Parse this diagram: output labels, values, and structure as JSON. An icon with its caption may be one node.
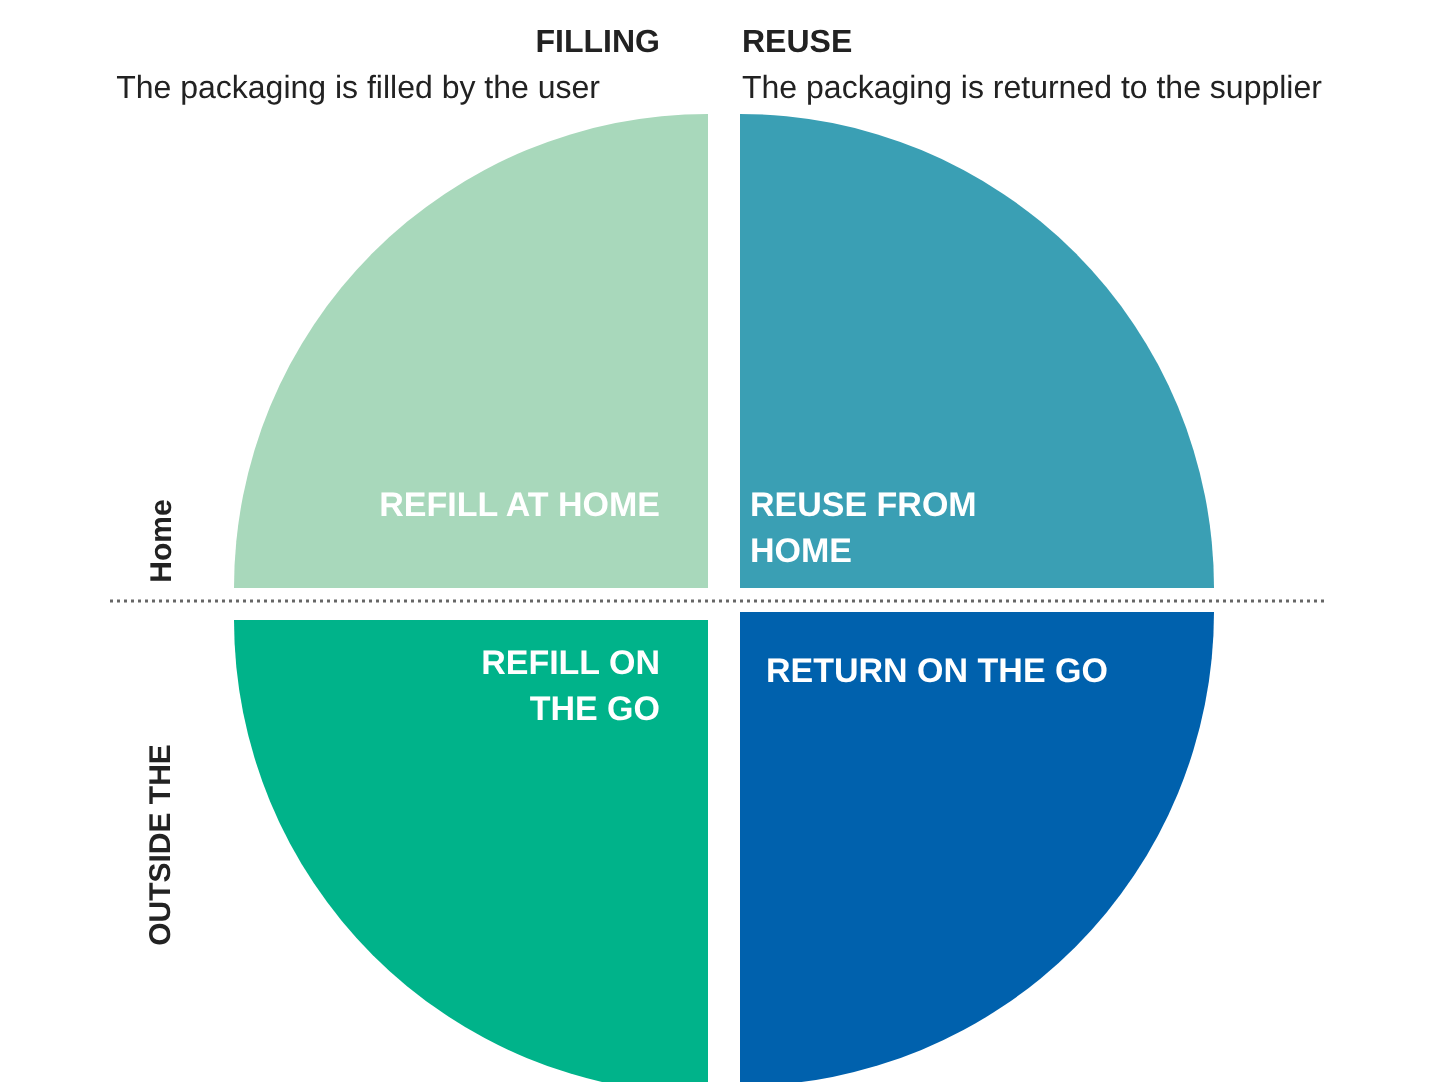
{
  "diagram": {
    "nodes": [
      {
        "text": [
          "REFILL AT HOME"
        ]
      },
      {
        "text": [
          "REUSE FROM HOME"
        ]
      },
      {
        "text": [
          "REFILL ON THE GO"
        ]
      },
      {
        "text": [
          "RETURN ON THE GO"
        ]
      }
    ],
    "labels": [
      "FILLING",
      "REUSE",
      "The packaging is filled by the user",
      "The packaging is returned to the supplier",
      "Home",
      "OUTSIDE THE"
    ]
  }
}
